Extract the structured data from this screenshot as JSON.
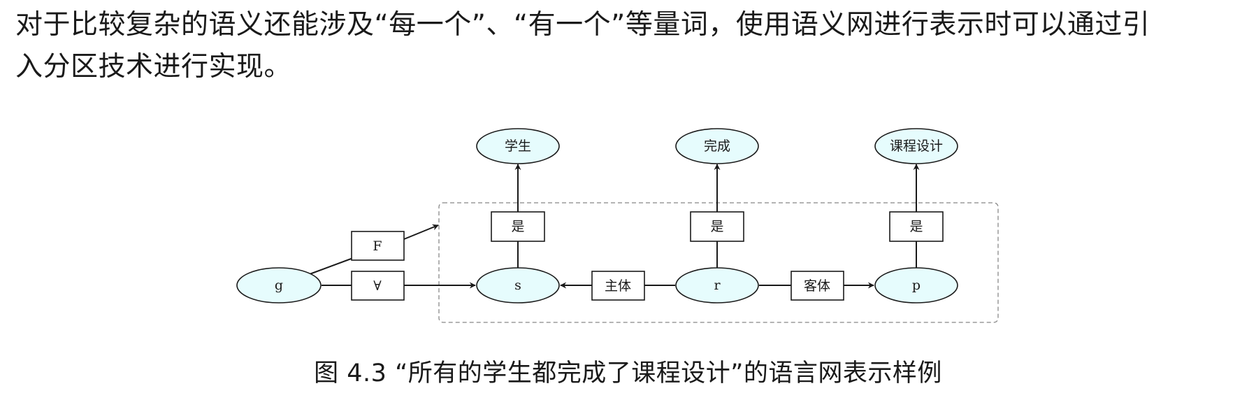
{
  "paragraph": {
    "line1": "对于比较复杂的语义还能涉及“每一个”、“有一个”等量词，使用语义网进行表示时可以通过引",
    "line2": "入分区技术进行实现。"
  },
  "diagram": {
    "nodes": {
      "student": "学生",
      "complete": "完成",
      "course_design": "课程设计",
      "g": "g",
      "s": "s",
      "r": "r",
      "p": "p"
    },
    "labels": {
      "is_s": "是",
      "is_r": "是",
      "is_p": "是",
      "F": "F",
      "forall": "∀",
      "subject": "主体",
      "object": "客体"
    },
    "colors": {
      "node_fill": "#e6fcfd",
      "stroke": "#1a1a1a",
      "partition_border": "#888888"
    }
  },
  "caption": "图 4.3 “所有的学生都完成了课程设计”的语言网表示样例"
}
